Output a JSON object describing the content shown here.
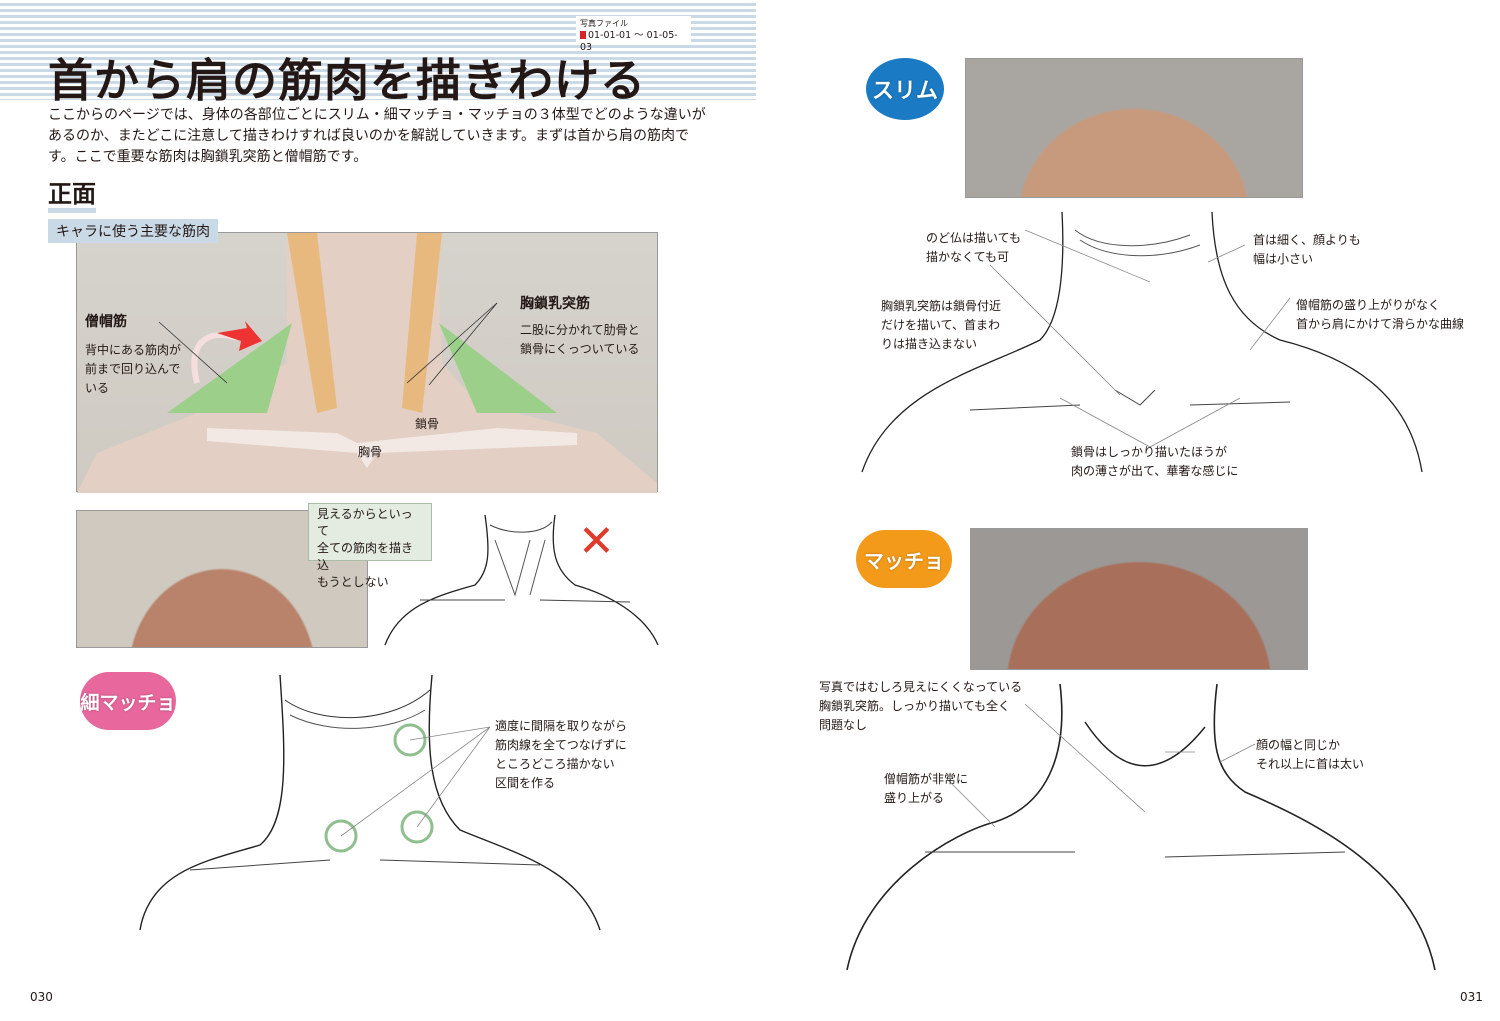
{
  "header": {
    "photo_file_label": "写真ファイル",
    "photo_file_range": "01-01-01 ～ 01-05-03",
    "title": "首から肩の筋肉を描きわける"
  },
  "intro": "ここからのページでは、身体の各部位ごとにスリム・細マッチョ・マッチョの３体型でどのような違いがあるのか、またどこに注意して描きわけすれば良いのかを解説していきます。まずは首から肩の筋肉です。ここで重要な筋肉は胸鎖乳突筋と僧帽筋です。",
  "section_heading": "正面",
  "main_muscles": {
    "tag": "キャラに使う主要な筋肉",
    "trapezius_title": "僧帽筋",
    "trapezius_desc": [
      "背中にある筋肉が",
      "前まで回り込んで",
      "いる"
    ],
    "scm_title": "胸鎖乳突筋",
    "scm_desc": [
      "二股に分かれて肋骨と",
      "鎖骨にくっついている"
    ],
    "clavicle": "鎖骨",
    "sternum": "胸骨"
  },
  "bad_example": {
    "callout": [
      "見えるからといって",
      "全ての筋肉を描き込",
      "もうとしない"
    ],
    "mark": "✕"
  },
  "hosomacho": {
    "badge": "細マッチョ",
    "note": [
      "適度に間隔を取りながら",
      "筋肉線を全てつなげずに",
      "ところどころ描かない",
      "区間を作る"
    ]
  },
  "slim": {
    "badge": "スリム",
    "notes": {
      "adams_apple": [
        "のど仏は描いても",
        "描かなくても可"
      ],
      "neck_thin": [
        "首は細く、顔よりも",
        "幅は小さい"
      ],
      "scm": [
        "胸鎖乳突筋は鎖骨付近",
        "だけを描いて、首まわ",
        "りは描き込まない"
      ],
      "trapezius": [
        "僧帽筋の盛り上がりがなく",
        "首から肩にかけて滑らかな曲線"
      ],
      "clavicle": [
        "鎖骨はしっかり描いたほうが",
        "肉の薄さが出て、華奢な感じに"
      ]
    }
  },
  "macho": {
    "badge": "マッチョ",
    "notes": {
      "scm": [
        "写真ではむしろ見えにくくなっている",
        "胸鎖乳突筋。しっかり描いても全く",
        "問題なし"
      ],
      "neck_wide": [
        "顔の幅と同じか",
        "それ以上に首は太い"
      ],
      "trapezius": [
        "僧帽筋が非常に",
        "盛り上がる"
      ]
    }
  },
  "page_numbers": {
    "left": "030",
    "right": "031"
  },
  "colors": {
    "slim": "#1a7ac4",
    "macho": "#f39a1a",
    "hosomacho": "#e8679c",
    "muscle_green": "#9ccf8a",
    "muscle_orange": "#e8b97e",
    "stripe": "#c9d9e6",
    "cross": "#e03a2b"
  }
}
